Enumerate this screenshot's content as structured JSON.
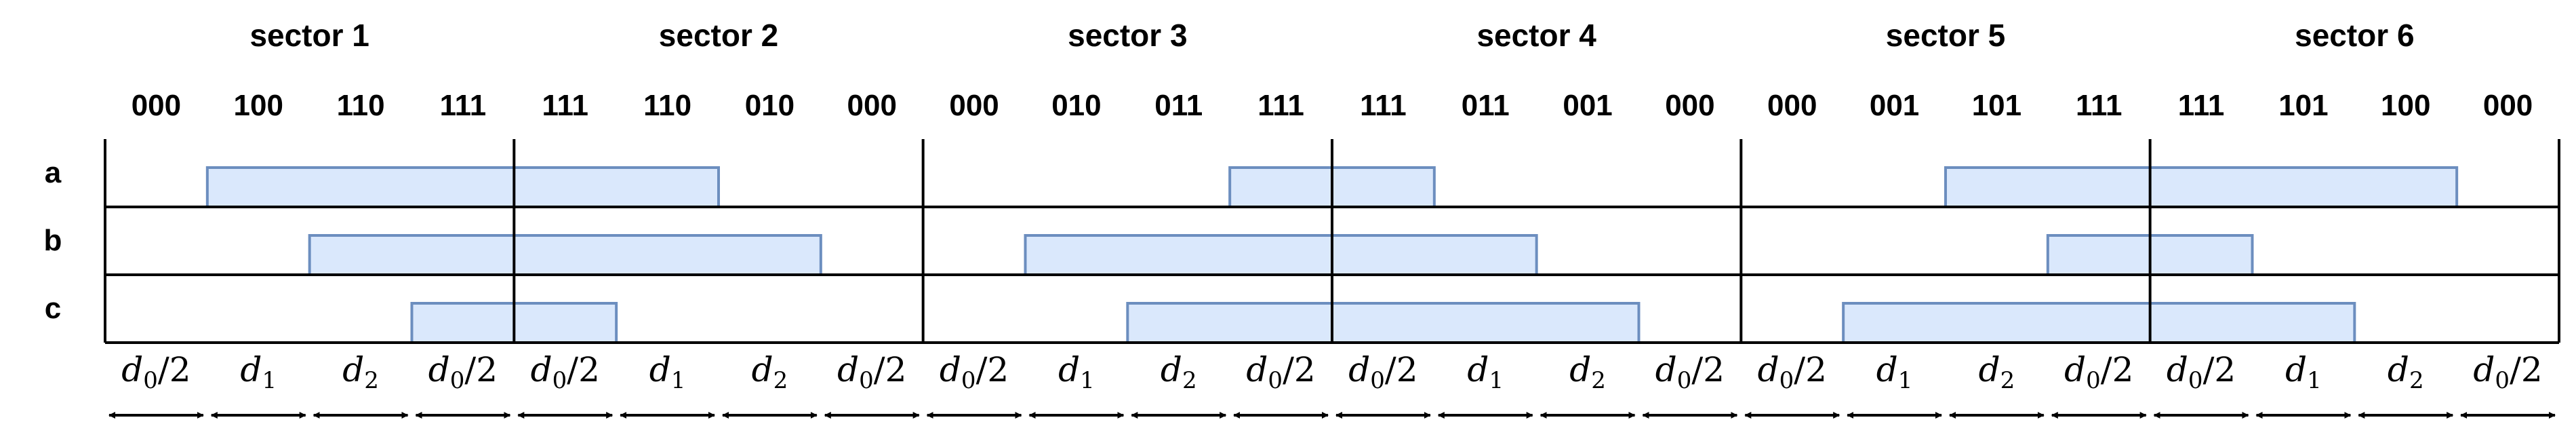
{
  "colors": {
    "bar_fill": "#dae8fc",
    "bar_stroke": "#6c8ebf",
    "line": "#000000"
  },
  "sectors": [
    "sector 1",
    "sector 2",
    "sector 3",
    "sector 4",
    "sector 5",
    "sector 6"
  ],
  "codes": [
    [
      "000",
      "100",
      "110",
      "111"
    ],
    [
      "111",
      "110",
      "010",
      "000"
    ],
    [
      "000",
      "010",
      "011",
      "111"
    ],
    [
      "111",
      "011",
      "001",
      "000"
    ],
    [
      "000",
      "001",
      "101",
      "111"
    ],
    [
      "111",
      "101",
      "100",
      "000"
    ]
  ],
  "rows": [
    "a",
    "b",
    "c"
  ],
  "interval_labels": [
    [
      "d",
      "0",
      "/2"
    ],
    [
      "d",
      "1",
      ""
    ],
    [
      "d",
      "2",
      ""
    ],
    [
      "d",
      "0",
      "/2"
    ],
    [
      "d",
      "0",
      "/2"
    ],
    [
      "d",
      "1",
      ""
    ],
    [
      "d",
      "2",
      ""
    ],
    [
      "d",
      "0",
      "/2"
    ],
    [
      "d",
      "0",
      "/2"
    ],
    [
      "d",
      "1",
      ""
    ],
    [
      "d",
      "2",
      ""
    ],
    [
      "d",
      "0",
      "/2"
    ],
    [
      "d",
      "0",
      "/2"
    ],
    [
      "d",
      "1",
      ""
    ],
    [
      "d",
      "2",
      ""
    ],
    [
      "d",
      "0",
      "/2"
    ],
    [
      "d",
      "0",
      "/2"
    ],
    [
      "d",
      "1",
      ""
    ],
    [
      "d",
      "2",
      ""
    ],
    [
      "d",
      "0",
      "/2"
    ],
    [
      "d",
      "0",
      "/2"
    ],
    [
      "d",
      "1",
      ""
    ],
    [
      "d",
      "2",
      ""
    ],
    [
      "d",
      "0",
      "/2"
    ]
  ],
  "bars": [
    {
      "row": "a",
      "start": 1,
      "end": 6
    },
    {
      "row": "b",
      "start": 2,
      "end": 7
    },
    {
      "row": "c",
      "start": 3,
      "end": 5
    },
    {
      "row": "a",
      "start": 11,
      "end": 13
    },
    {
      "row": "b",
      "start": 9,
      "end": 14
    },
    {
      "row": "c",
      "start": 10,
      "end": 15
    },
    {
      "row": "a",
      "start": 18,
      "end": 23
    },
    {
      "row": "b",
      "start": 19,
      "end": 21
    },
    {
      "row": "c",
      "start": 17,
      "end": 22
    }
  ]
}
